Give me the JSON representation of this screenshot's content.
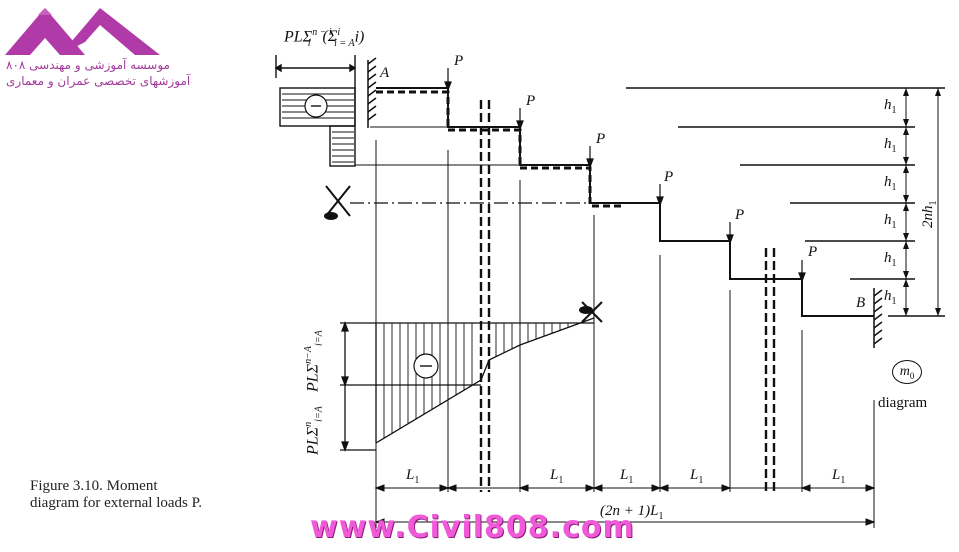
{
  "logo": {
    "line1": "موسسه آموزشی و مهندسی ۸۰۸",
    "line2": "آموزشهای تخصصی عمران و معماری"
  },
  "labels": {
    "support_a": "A",
    "support_b": "B",
    "load": "P",
    "story_height": "h",
    "story_height_sub": "1",
    "total_height": "2nh",
    "total_height_sub": "1",
    "top_moment": "PLΣ",
    "top_moment_sup": "n − i",
    "top_moment_sub": "i",
    "top_moment_tail": "(Σ",
    "top_moment_tail_sup": "i",
    "top_moment_tail_sub": "i = A",
    "top_moment_end": "i)",
    "span": "L",
    "span_sub": "1",
    "total_span": "(2n + 1)L",
    "total_span_sub": "1",
    "sign_minus": "−",
    "m0_symbol": "m",
    "m0_sub": "0",
    "diagram_word": "diagram",
    "left_dim_upper": "PLΣ",
    "left_dim_upper_sup": "n−A",
    "left_dim_upper_sub": "i=A",
    "left_dim_lower": "PLΣ",
    "left_dim_lower_sup": "n",
    "left_dim_lower_sub": "i=A"
  },
  "caption": "Figure 3.10. Moment diagram for external loads P.",
  "watermark": "www.Civil808.com",
  "colors": {
    "logo": "#a23a9a",
    "watermark": "#f05ad8",
    "ink": "#111111"
  }
}
